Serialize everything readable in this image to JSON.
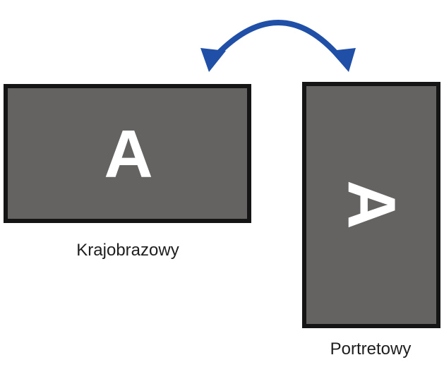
{
  "landscape": {
    "letter": "A",
    "caption": "Krajobrazowy"
  },
  "portrait": {
    "letter": "A",
    "caption": "Portretowy"
  },
  "icons": {
    "rotation": "curved-double-arrow-icon"
  },
  "colors": {
    "screen_fill": "#656262",
    "screen_border": "#151515",
    "letter": "#ffffff",
    "arrow": "#1f4fa6",
    "caption_text": "#1e1e1e"
  }
}
